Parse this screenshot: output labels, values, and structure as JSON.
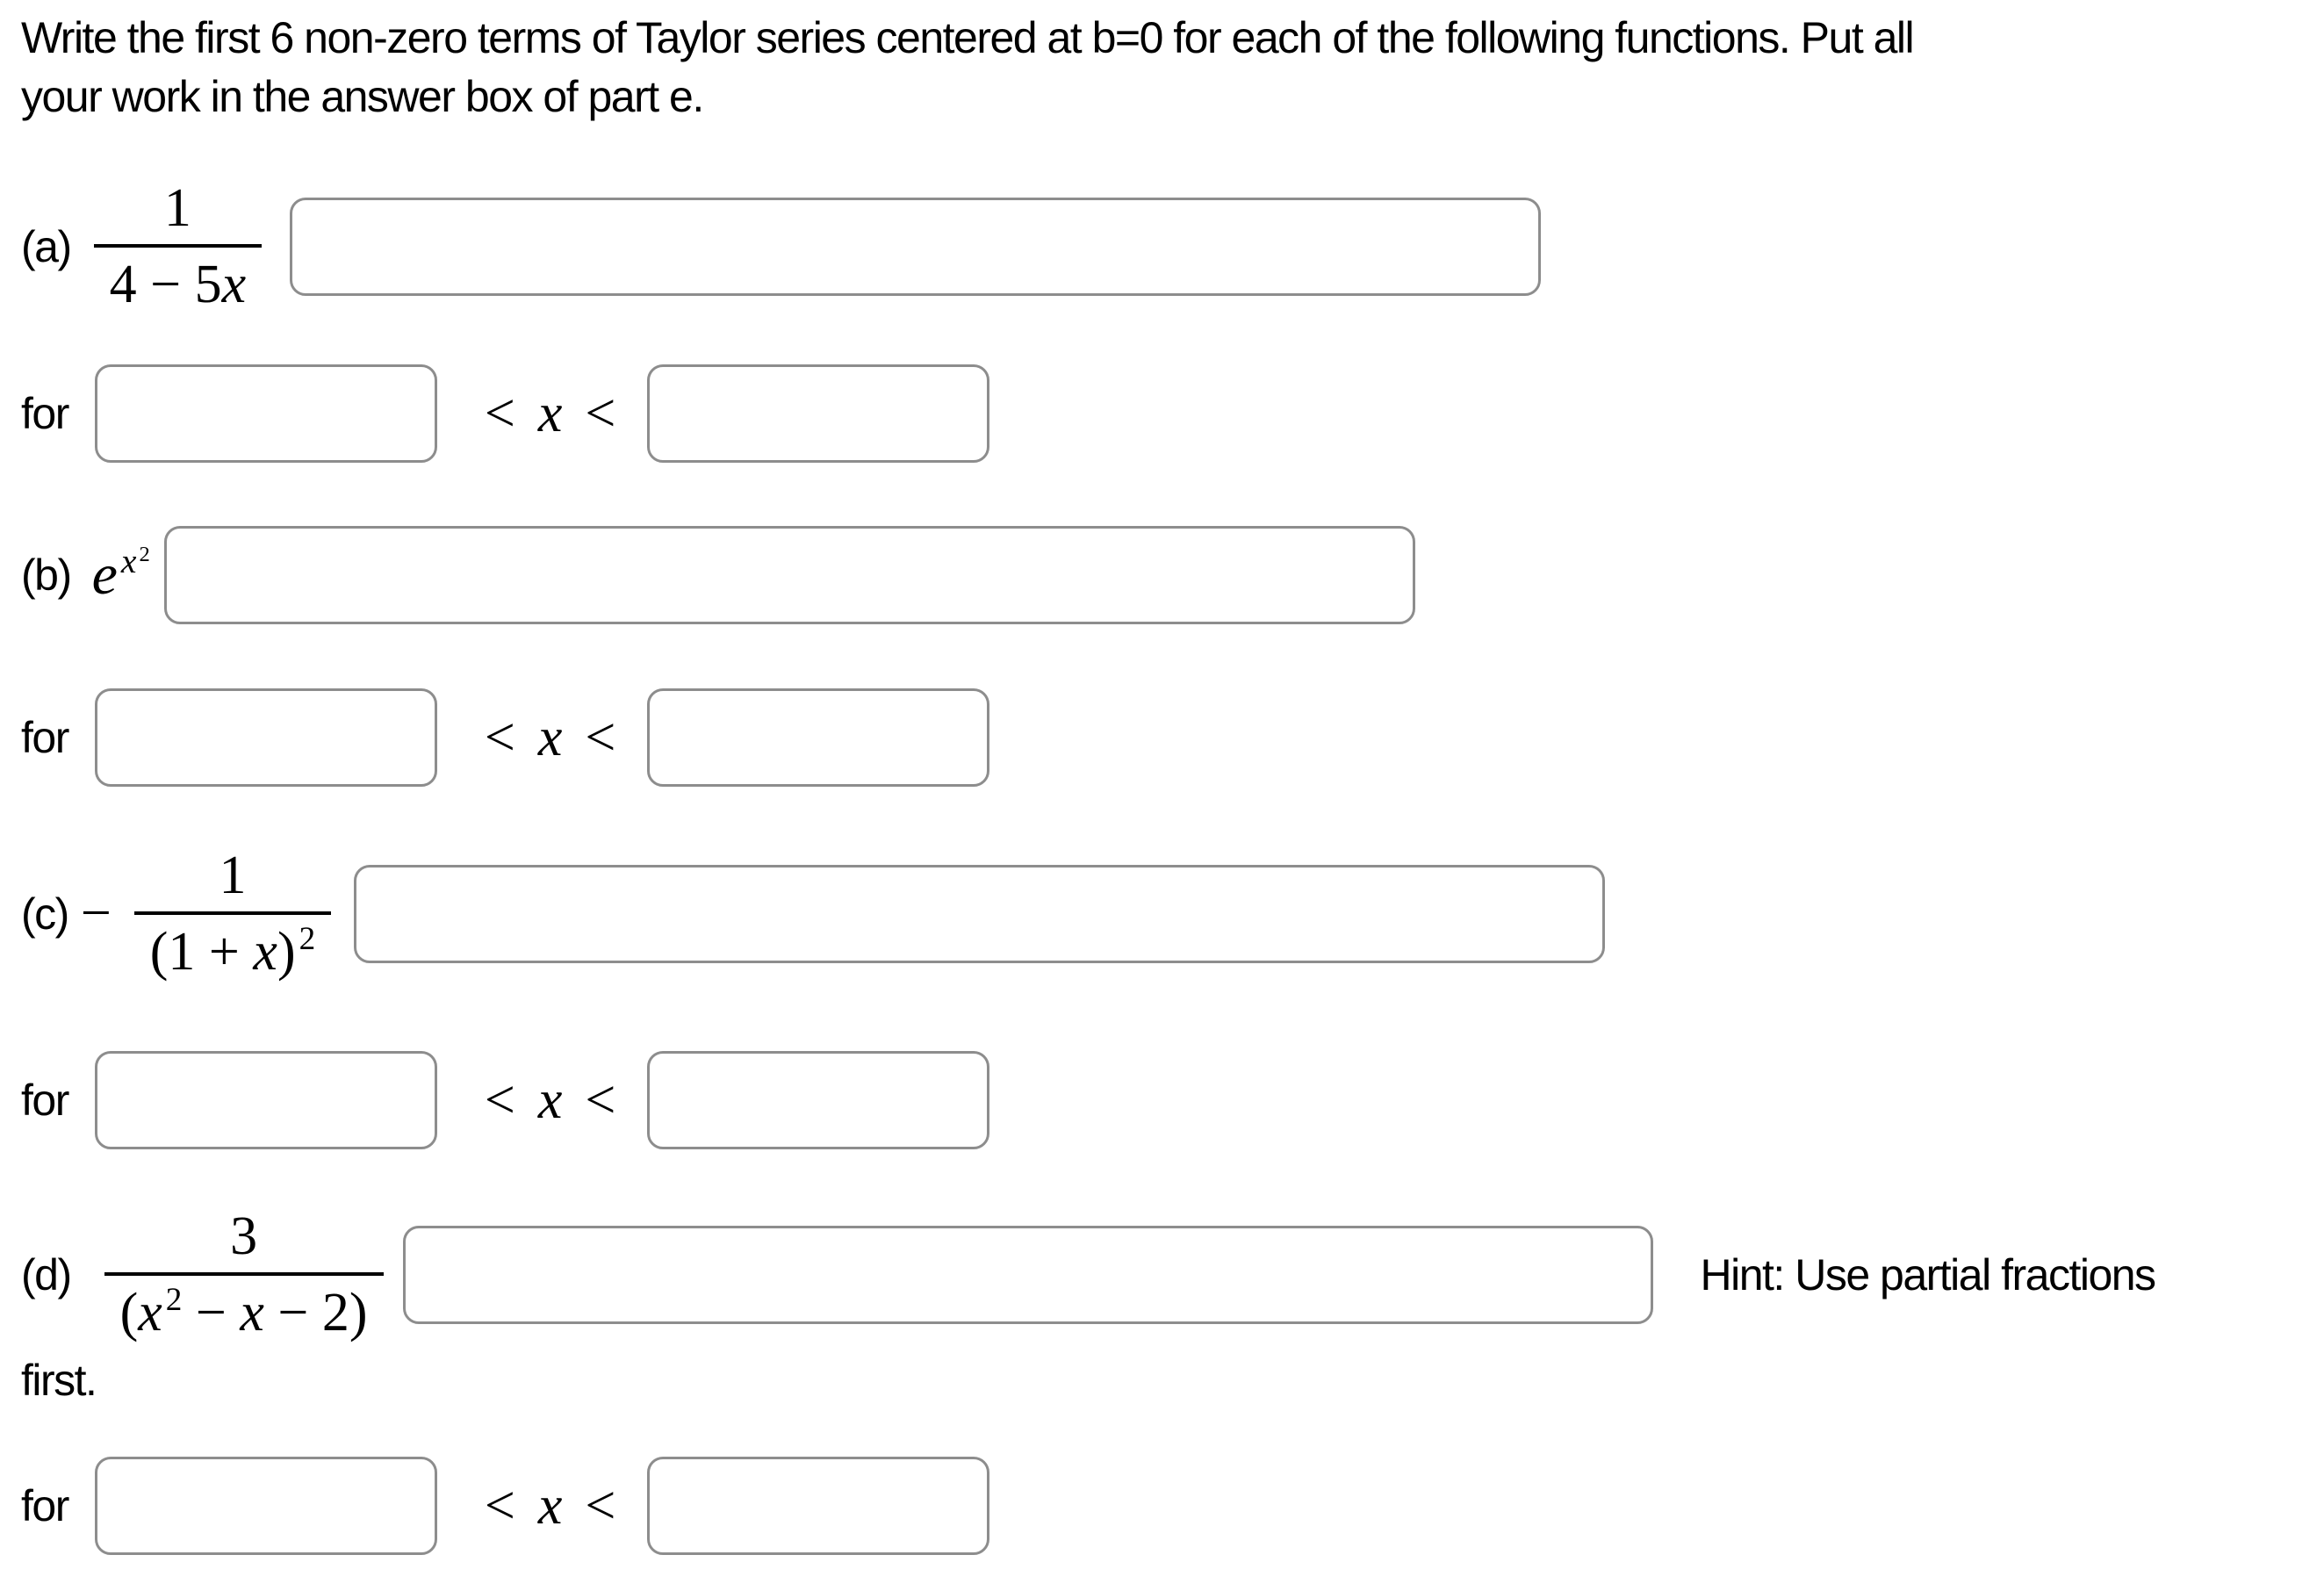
{
  "problem": {
    "statement_line1": "Write the first 6 non-zero terms of Taylor series centered at b=0 for each of the following functions. Put all",
    "statement_line2": "your work in the answer box of part e."
  },
  "domain_row": {
    "for_label": "for",
    "less_than": "<",
    "variable": "x"
  },
  "parts": {
    "a": {
      "label": "(a)",
      "numerator": "1",
      "denominator_prefix": "4 − 5",
      "denominator_variable": "x",
      "answer_value": "",
      "domain_lower_value": "",
      "domain_upper_value": ""
    },
    "b": {
      "label": "(b)",
      "base": "e",
      "exponent_variable": "x",
      "exponent_power": "2",
      "answer_value": "",
      "domain_lower_value": "",
      "domain_upper_value": ""
    },
    "c": {
      "label": "(c)",
      "sign": "−",
      "numerator": "1",
      "denominator_open": "(1 + ",
      "denominator_variable": "x",
      "denominator_close": ")",
      "denominator_power": "2",
      "answer_value": "",
      "domain_lower_value": "",
      "domain_upper_value": ""
    },
    "d": {
      "label": "(d)",
      "numerator": "3",
      "denominator_open": "(",
      "denominator_variable1": "x",
      "denominator_power1": "2",
      "denominator_operator": " − ",
      "denominator_variable2": "x",
      "denominator_tail": " − 2)",
      "hint": "Hint: Use partial fractions",
      "hint_continuation": "first.",
      "answer_value": "",
      "domain_lower_value": "",
      "domain_upper_value": ""
    }
  }
}
